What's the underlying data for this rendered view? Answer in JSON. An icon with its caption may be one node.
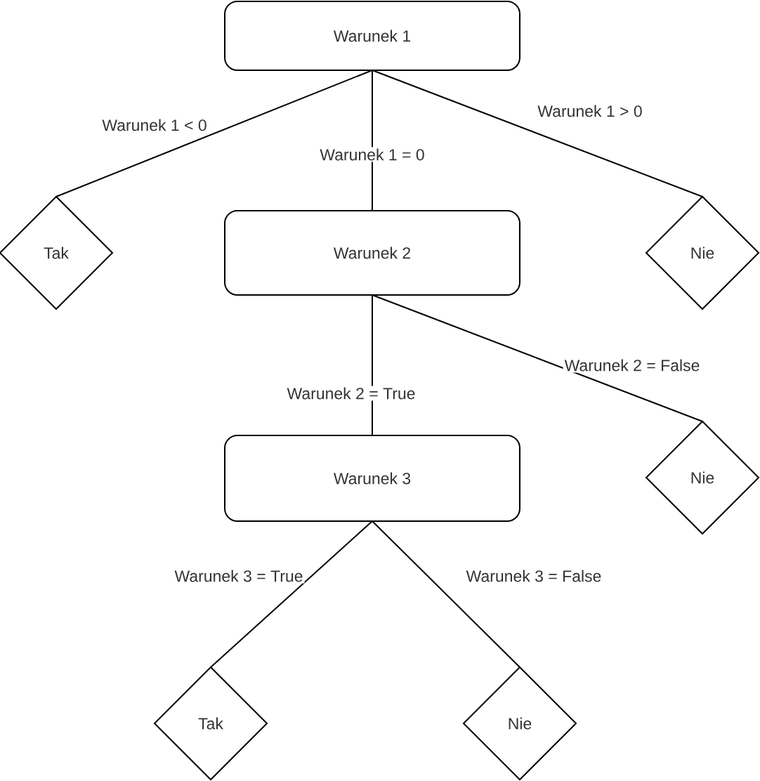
{
  "diagram": {
    "nodes": [
      {
        "text": [
          "Warunek 1"
        ]
      },
      {
        "text": [
          "Tak"
        ]
      },
      {
        "text": [
          "Warunek 2"
        ]
      },
      {
        "text": [
          "Nie"
        ]
      },
      {
        "text": [
          "Warunek 3"
        ]
      },
      {
        "text": [
          "Nie"
        ]
      },
      {
        "text": [
          "Tak"
        ]
      },
      {
        "text": [
          "Nie"
        ]
      }
    ],
    "edges": [
      {
        "from": 0,
        "to": 1,
        "arrow": "none",
        "label": "Warunek 1 < 0"
      },
      {
        "from": 0,
        "to": 2,
        "arrow": "none",
        "label": "Warunek 1 = 0"
      },
      {
        "from": 0,
        "to": 3,
        "arrow": "none",
        "label": "Warunek 1 > 0"
      },
      {
        "from": 2,
        "to": 4,
        "arrow": "none",
        "label": "Warunek 2 = True"
      },
      {
        "from": 2,
        "to": 5,
        "arrow": "none",
        "label": "Warunek 2 = False"
      },
      {
        "from": 4,
        "to": 6,
        "arrow": "none",
        "label": "Warunek 3 = True"
      },
      {
        "from": 4,
        "to": 7,
        "arrow": "none",
        "label": "Warunek 3 = False"
      }
    ]
  }
}
